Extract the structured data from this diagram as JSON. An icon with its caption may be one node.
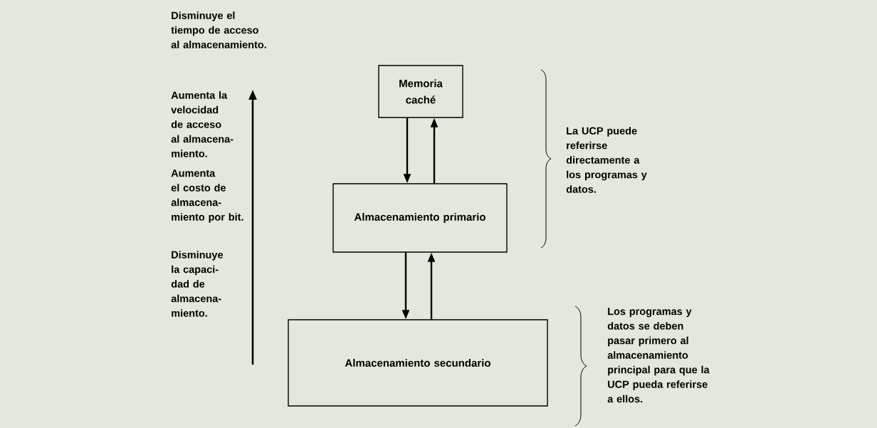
{
  "diagram": {
    "nodes": [
      {
        "text": [
          "Memoria caché"
        ]
      },
      {
        "text": [
          "Almacenamiento primario"
        ]
      },
      {
        "text": [
          "Almacenamiento secundario"
        ]
      }
    ],
    "edges": [
      {
        "from": 0,
        "to": 1,
        "arrow": "to"
      },
      {
        "from": 1,
        "to": 0,
        "arrow": "to"
      },
      {
        "from": 1,
        "to": 2,
        "arrow": "to"
      },
      {
        "from": 2,
        "to": 1,
        "arrow": "to"
      }
    ],
    "labels": [
      "Disminuye el tiempo de acceso al almacenamiento.",
      "Aumenta la velocidad de acceso al almacena- miento.",
      "Aumenta el costo de almacena- miento por bit.",
      "Disminuye la capaci- dad de almacena- miento.",
      "La UCP puede referirse directamente a los programas y datos.",
      "Los programas y datos se deben pasar primero al almacenamiento principal para que la UCP pueda referirse a ellos."
    ]
  }
}
